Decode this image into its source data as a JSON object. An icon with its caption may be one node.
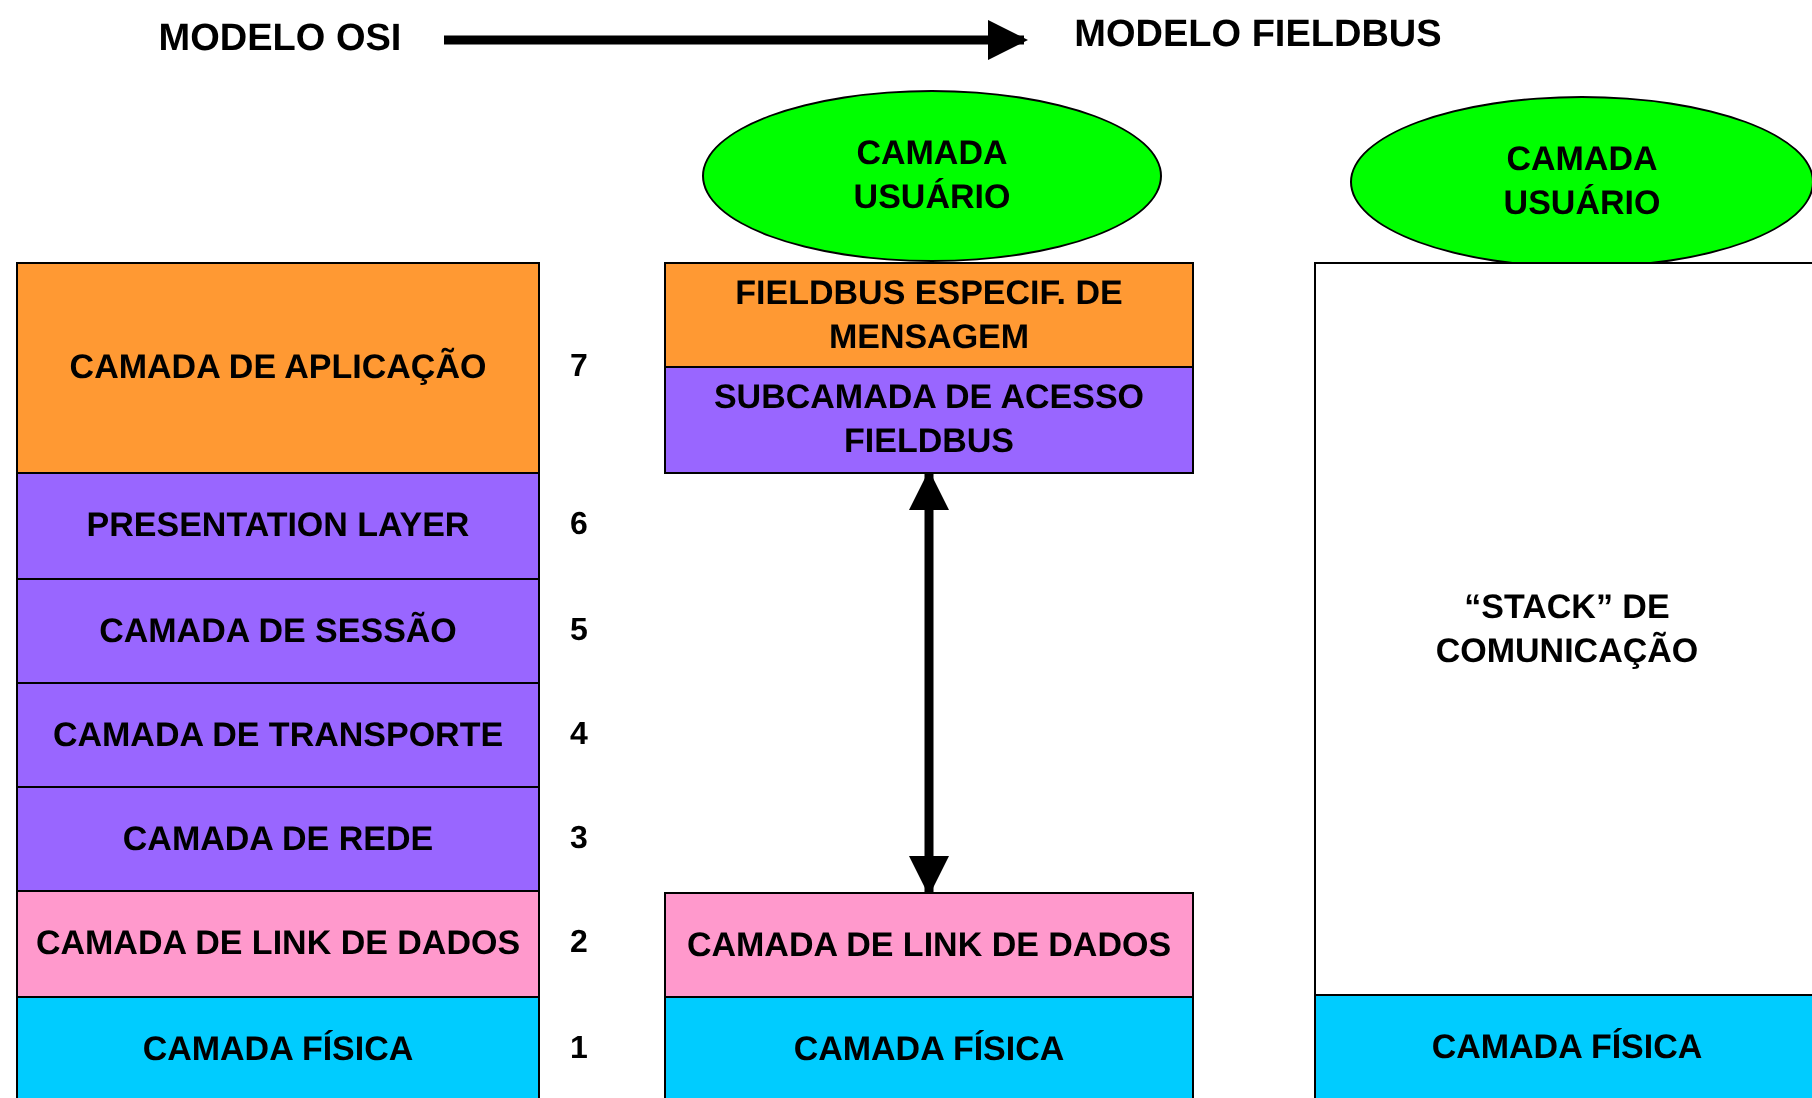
{
  "diagram": {
    "nodes": [
      {
        "text": [
          "MODELO OSI"
        ]
      },
      {
        "text": [
          "MODELO FIELDBUS"
        ]
      },
      {
        "text": [
          "CAMADA USUÁRIO"
        ]
      },
      {
        "text": [
          "CAMADA USUÁRIO"
        ]
      },
      {
        "text": [
          "CAMADA DE APLICAÇÃO"
        ],
        "beside": [
          "7"
        ]
      },
      {
        "text": [
          "PRESENTATION LAYER"
        ],
        "beside": [
          "6"
        ]
      },
      {
        "text": [
          "CAMADA DE SESSÃO"
        ],
        "beside": [
          "5"
        ]
      },
      {
        "text": [
          "CAMADA DE TRANSPORTE"
        ],
        "beside": [
          "4"
        ]
      },
      {
        "text": [
          "CAMADA DE REDE"
        ],
        "beside": [
          "3"
        ]
      },
      {
        "text": [
          "CAMADA DE LINK DE DADOS"
        ],
        "beside": [
          "2"
        ]
      },
      {
        "text": [
          "CAMADA FÍSICA"
        ],
        "beside": [
          "1"
        ]
      },
      {
        "text": [
          "FIELDBUS ESPECIF. DE MENSAGEM"
        ]
      },
      {
        "text": [
          "SUBCAMADA DE ACESSO FIELDBUS"
        ]
      },
      {
        "text": [
          "CAMADA DE LINK DE DADOS"
        ]
      },
      {
        "text": [
          "CAMADA FÍSICA"
        ]
      },
      {
        "text": [
          "“STACK” DE COMUNICAÇÃO"
        ]
      },
      {
        "text": [
          "CAMADA FÍSICA"
        ]
      }
    ],
    "edges": [
      {
        "from": 0,
        "to": 1,
        "arrow": "to"
      },
      {
        "from": 12,
        "to": 13,
        "arrow": "both"
      }
    ]
  }
}
